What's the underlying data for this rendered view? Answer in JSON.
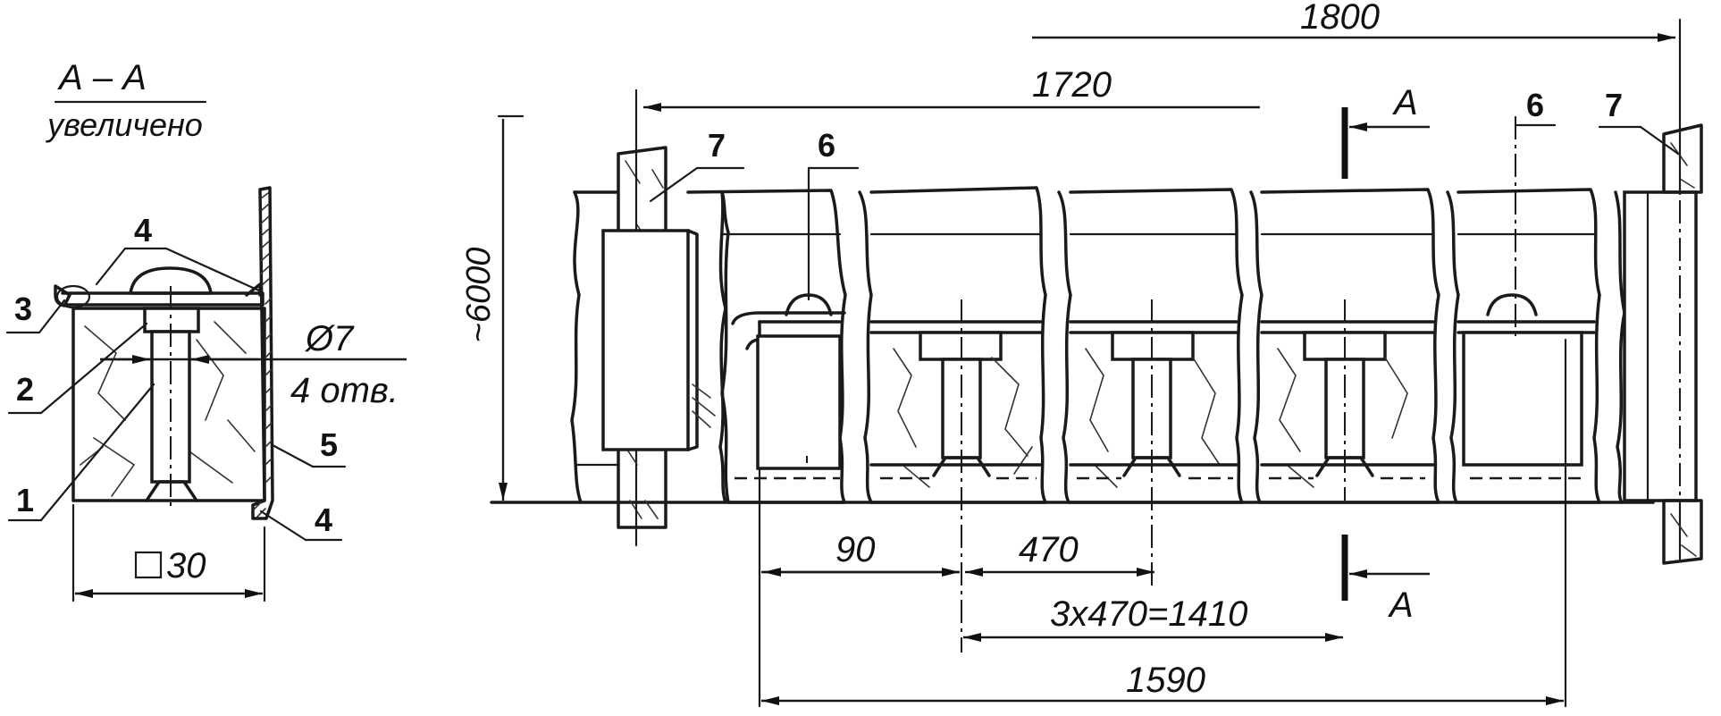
{
  "section": {
    "title": "А – А",
    "subtitle": "увеличено",
    "diameter_label": "Ø7",
    "holes_label": "4 отв.",
    "square_label": "30",
    "callouts": [
      "4",
      "3",
      "2",
      "1",
      "5",
      "4"
    ]
  },
  "main": {
    "dimensions": {
      "overall_top": "1800",
      "span_top": "1720",
      "height": "~6000",
      "first_offset": "90",
      "pitch": "470",
      "pitch_total": "3x470=1410",
      "bottom_total": "1590"
    },
    "callouts": [
      "7",
      "6",
      "6",
      "7"
    ],
    "section_mark_top": "А",
    "section_mark_bottom": "А"
  }
}
